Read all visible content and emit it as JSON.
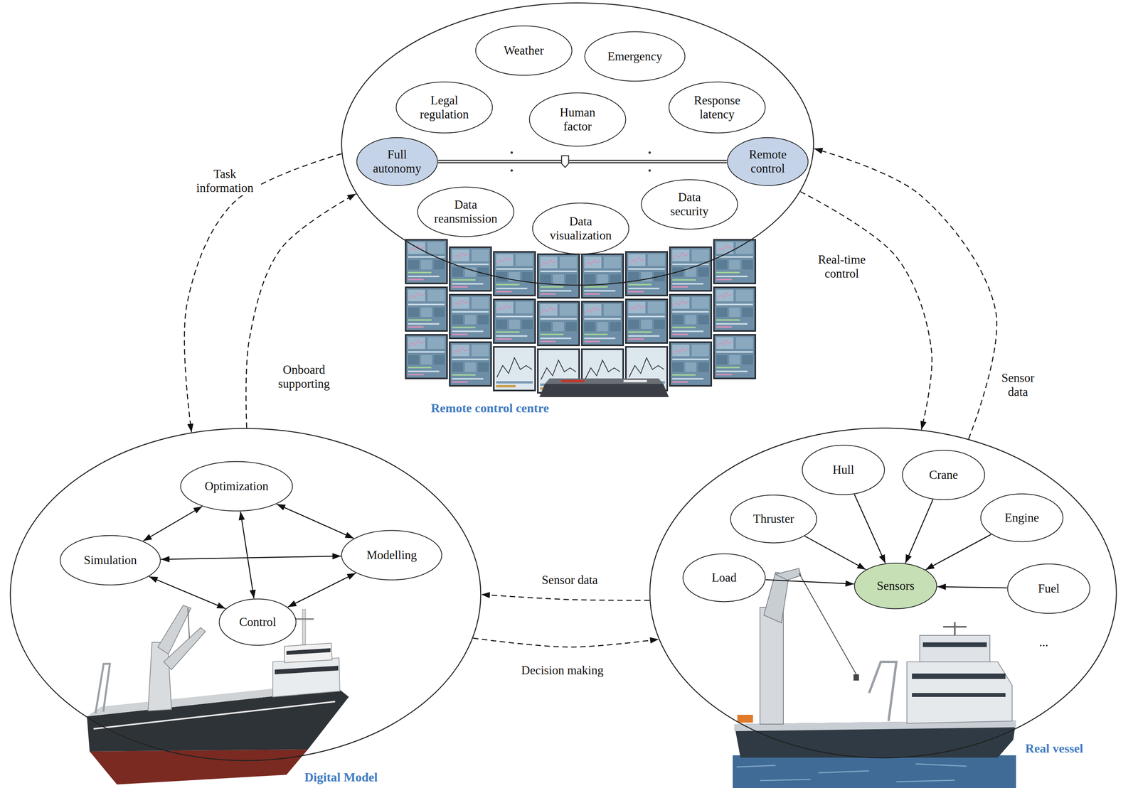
{
  "diagram": {
    "nodes": [
      {
        "text": [
          "Remote control centre"
        ]
      },
      {
        "text": [
          "Weather"
        ],
        "in": 0
      },
      {
        "text": [
          "Emergency"
        ],
        "in": 0
      },
      {
        "text": [
          "Legal regulation"
        ],
        "in": 0
      },
      {
        "text": [
          "Human factor"
        ],
        "in": 0
      },
      {
        "text": [
          "Response latency"
        ],
        "in": 0
      },
      {
        "text": [
          "Full autonomy"
        ],
        "in": 0
      },
      {
        "text": [
          "Remote control"
        ],
        "in": 0
      },
      {
        "text": [
          "Data reansmission"
        ],
        "in": 0
      },
      {
        "text": [
          "Data visualization"
        ],
        "in": 0
      },
      {
        "text": [
          "Data security"
        ],
        "in": 0
      },
      {
        "text": [
          "Digital Model"
        ]
      },
      {
        "text": [
          "Optimization"
        ],
        "in": 11
      },
      {
        "text": [
          "Simulation"
        ],
        "in": 11
      },
      {
        "text": [
          "Modelling"
        ],
        "in": 11
      },
      {
        "text": [
          "Control"
        ],
        "in": 11
      },
      {
        "text": [
          "Real vessel"
        ]
      },
      {
        "text": [
          "Hull"
        ],
        "in": 16
      },
      {
        "text": [
          "Crane"
        ],
        "in": 16
      },
      {
        "text": [
          "Thruster"
        ],
        "in": 16
      },
      {
        "text": [
          "Engine"
        ],
        "in": 16
      },
      {
        "text": [
          "Load"
        ],
        "in": 16
      },
      {
        "text": [
          "Sensors"
        ],
        "in": 16
      },
      {
        "text": [
          "Fuel"
        ],
        "in": 16
      }
    ],
    "edges": [
      {
        "from": 0,
        "to": 11,
        "label": "Task information",
        "arrow": "to"
      },
      {
        "from": 11,
        "to": 0,
        "label": "Onboard supporting",
        "arrow": "to"
      },
      {
        "from": 0,
        "to": 16,
        "label": "Real-time control",
        "arrow": "to"
      },
      {
        "from": 16,
        "to": 0,
        "label": "Sensor data",
        "arrow": "to"
      },
      {
        "from": 16,
        "to": 11,
        "label": "Sensor data",
        "arrow": "to"
      },
      {
        "from": 11,
        "to": 16,
        "label": "Decision making",
        "arrow": "to"
      },
      {
        "from": 6,
        "to": 7,
        "arrow": "none"
      },
      {
        "from": 12,
        "to": 13,
        "arrow": "both"
      },
      {
        "from": 12,
        "to": 14,
        "arrow": "both"
      },
      {
        "from": 12,
        "to": 15,
        "arrow": "both"
      },
      {
        "from": 13,
        "to": 14,
        "arrow": "both"
      },
      {
        "from": 13,
        "to": 15,
        "arrow": "both"
      },
      {
        "from": 14,
        "to": 15,
        "arrow": "both"
      },
      {
        "from": 17,
        "to": 22,
        "arrow": "to"
      },
      {
        "from": 18,
        "to": 22,
        "arrow": "to"
      },
      {
        "from": 19,
        "to": 22,
        "arrow": "to"
      },
      {
        "from": 20,
        "to": 22,
        "arrow": "to"
      },
      {
        "from": 21,
        "to": 22,
        "arrow": "to"
      },
      {
        "from": 23,
        "to": 22,
        "arrow": "to"
      }
    ],
    "labels": [
      "..."
    ]
  }
}
